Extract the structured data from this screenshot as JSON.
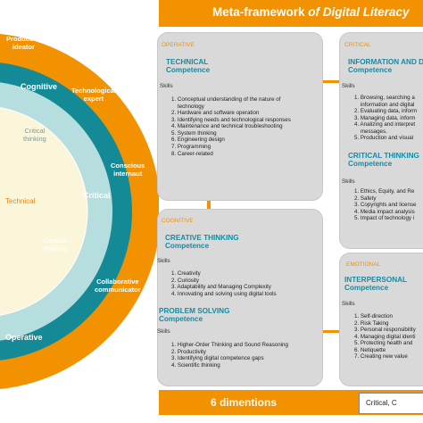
{
  "title": {
    "prefix": "Meta-framework ",
    "suffix": "of Digital Literacy"
  },
  "rings": {
    "outer_labels": [
      {
        "key": "productive",
        "text": "Productive\nideator"
      },
      {
        "key": "tech_expert",
        "text": "Technological\nexpert"
      },
      {
        "key": "conscious",
        "text": "Conscious\ninternaut"
      },
      {
        "key": "collab",
        "text": "Collaborative\ncommunicator"
      }
    ],
    "middle_labels": [
      {
        "key": "cognitive",
        "text": "Cognitive"
      },
      {
        "key": "critical",
        "text": "Critical"
      },
      {
        "key": "operative",
        "text": "Operative"
      }
    ],
    "inner_labels": [
      {
        "key": "critical_thinking",
        "text": "Critical\nthinking"
      },
      {
        "key": "technical",
        "text": "Technical"
      },
      {
        "key": "creative_thinking",
        "text": "Creative\nthinking"
      }
    ],
    "colors": {
      "orange": "#f39200",
      "teal": "#138a96",
      "light_teal": "#b6dede",
      "center": "#fbf6d9"
    }
  },
  "cards": {
    "operative": {
      "category": "OPERATIVE",
      "heading1": "TECHNICAL",
      "heading2": "Competence",
      "skills_label": "Skills",
      "items": [
        "1. Conceptual understanding of the nature of",
        "    technology",
        "2. Hardware and software operation",
        "3. Identifying needs and technological responses",
        "4. Maintenance and technical troubleshooting",
        "5. System thinking",
        "6. Engineering design",
        "7. Programming",
        "8. Career-related"
      ]
    },
    "critical": {
      "category": "CRITICAL",
      "heading1": "INFORMATION AND D",
      "heading2": "Competence",
      "skills_label": "Skills",
      "items": [
        "1. Browsing, searching a",
        "    information and digital",
        "2. Evaluating data, inform",
        "3. Managing data, inform",
        "4. Analizing and interpret",
        "    messages.",
        "5. Production and visual"
      ],
      "heading1b": "CRITICAL THINKING",
      "heading2b": "Competence",
      "skills_label_b": "Skills",
      "items_b": [
        "1. Ethics, Equity, and Re",
        "2. Safety",
        "3. Copyrights and license",
        "4. Media impact analysis",
        "5. Impact of technology i"
      ]
    },
    "cognitive": {
      "category": "COGNITIVE",
      "heading1": "CREATIVE THINKING",
      "heading2": "Competence",
      "skills_label": "Skills",
      "items": [
        "1. Creativity",
        "2. Curiosity",
        "3. Adaptability and Managing Complexity",
        "4. Innovating and solving using digital tools"
      ],
      "heading1b": "PROBLEM SOLVING",
      "heading2b": "Competence",
      "skills_label_b": "Skills",
      "items_b": [
        "1. Higher-Order Thinking and Sound Reasoning",
        "2. Productivity",
        "3. Identifying digital competence gaps",
        "4. Scientific thinking"
      ]
    },
    "emotional": {
      "category": "EMOTIONAL",
      "heading1": "INTERPERSONAL",
      "heading2": "Competence",
      "skills_label": "Skills",
      "items": [
        "1. Self-direction",
        "2. Risk Taking",
        "3. Personal responsibility",
        "4. Managing digital identi",
        "5. Protecting health and",
        "6. Netiquette",
        "7. Creating new value"
      ]
    }
  },
  "footer": {
    "dimensions": "6 dimentions",
    "critical_box": "Critical, C"
  }
}
